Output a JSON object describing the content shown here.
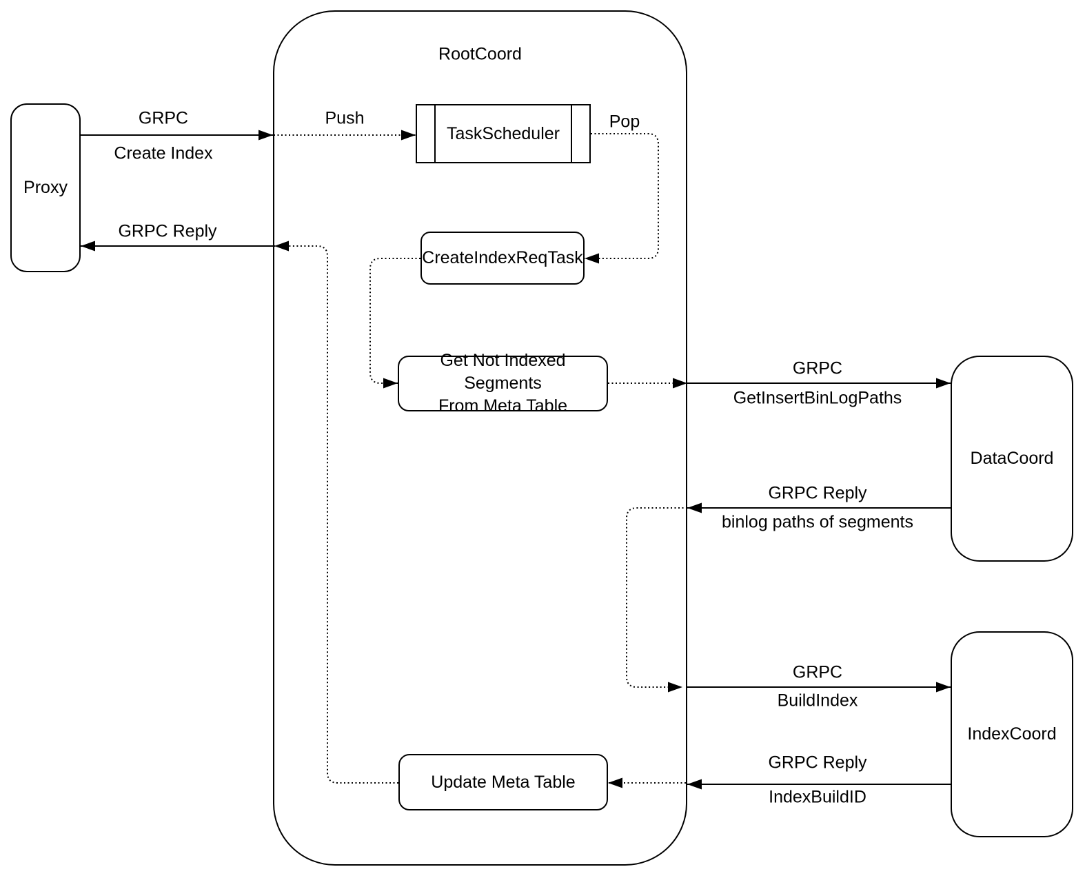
{
  "colors": {
    "background": "#ffffff",
    "line": "#000000",
    "text": "#000000"
  },
  "nodes": {
    "proxy": "Proxy",
    "root_coord": "RootCoord",
    "task_scheduler": "TaskScheduler",
    "create_index_req_task": "CreateIndexReqTask",
    "get_not_indexed_segments_line1": "Get Not Indexed Segments",
    "get_not_indexed_segments_line2": "From Meta Table",
    "update_meta_table": "Update Meta Table",
    "data_coord": "DataCoord",
    "index_coord": "IndexCoord"
  },
  "edge_labels": {
    "proxy_to_rootcoord_protocol": "GRPC",
    "proxy_to_rootcoord_method": "Create Index",
    "push": "Push",
    "pop": "Pop",
    "rootcoord_to_proxy_reply": "GRPC Reply",
    "rootcoord_to_datacoord_protocol": "GRPC",
    "rootcoord_to_datacoord_method": "GetInsertBinLogPaths",
    "datacoord_to_rootcoord_reply": "GRPC Reply",
    "datacoord_to_rootcoord_payload": "binlog paths of segments",
    "rootcoord_to_indexcoord_protocol": "GRPC",
    "rootcoord_to_indexcoord_method": "BuildIndex",
    "indexcoord_to_rootcoord_reply": "GRPC Reply",
    "indexcoord_to_rootcoord_payload": "IndexBuildID"
  }
}
